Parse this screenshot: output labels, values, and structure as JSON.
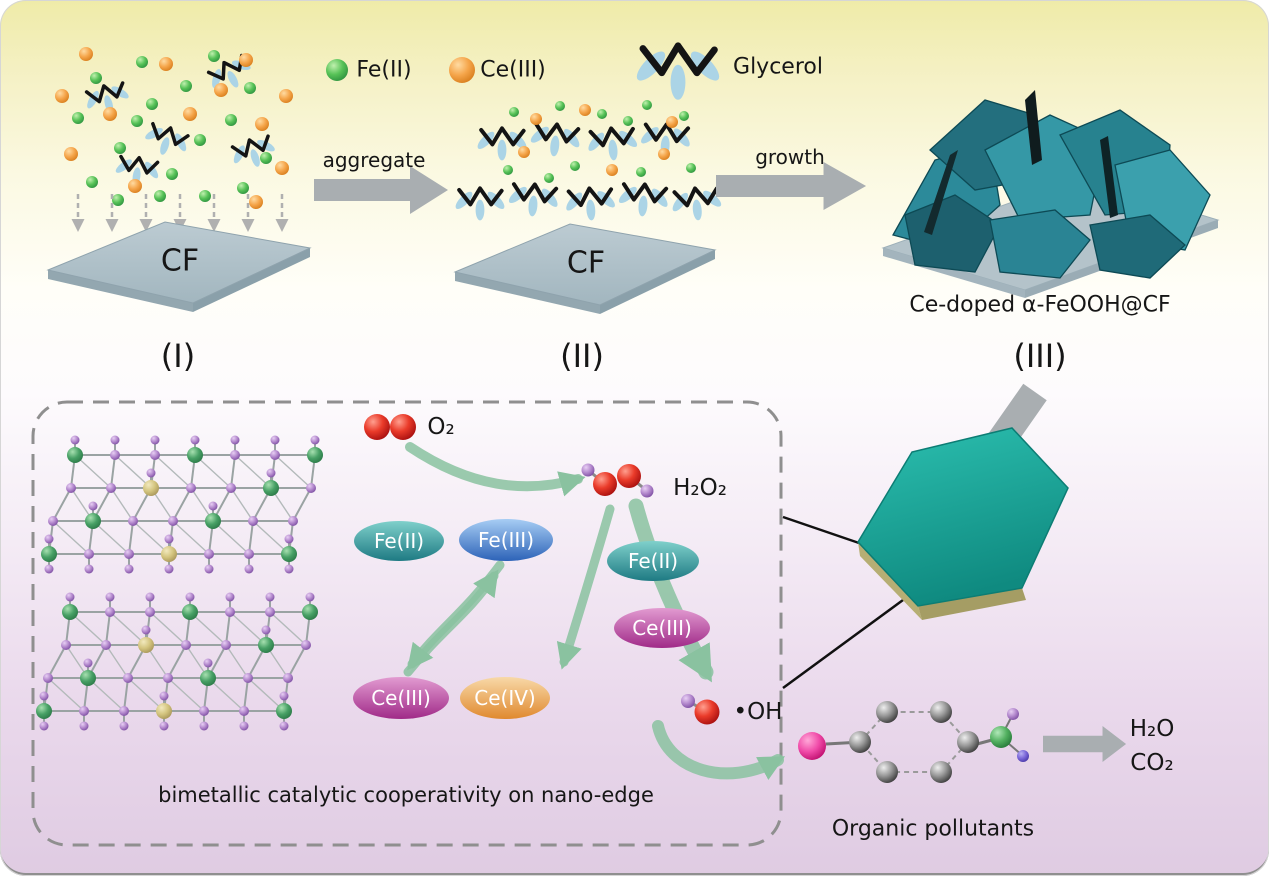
{
  "colors": {
    "background_top": "#efeba8",
    "background_bottom": "#dfcbe2",
    "fe2_teal": "#1e7a83",
    "fe3_blue": "#2d63b8",
    "ce3_magenta": "#a02a88",
    "ce4_orange": "#e0892f",
    "nanosheet_teal": "#1aa79b",
    "substrate_gray": "#aebfc7",
    "arrow_gray": "#a9aeb1",
    "arrow_green": "#8ac2a0"
  },
  "icons": {
    "fe2_dot": "green-sphere",
    "ce3_dot": "orange-sphere",
    "glycerol": "glycerol-molecule",
    "o2": "red-diatomic-molecule",
    "h2o2": "peroxide-molecule",
    "oh": "hydroxyl-radical",
    "pollutant": "benzene-ring-molecule",
    "nanosheet": "teal-hexagonal-nanosheet",
    "substrate": "cf-slab",
    "lattice": "crystal-lattice"
  },
  "synthesis": {
    "legend": {
      "fe2": "Fe(II)",
      "ce3": "Ce(III)",
      "glycerol": "Glycerol"
    },
    "step1": {
      "substrate_label": "CF",
      "stage_label": "(I)"
    },
    "step2": {
      "substrate_label": "CF",
      "stage_label": "(II)"
    },
    "step3": {
      "stage_label": "(III)",
      "product_label": "Ce-doped α-FeOOH@CF"
    },
    "arrow_aggregate": "aggregate",
    "arrow_growth": "growth"
  },
  "mechanism": {
    "o2_label": "O₂",
    "h2o2_label": "H₂O₂",
    "oh_label": "•OH",
    "cycle": {
      "fe2": "Fe(II)",
      "fe3": "Fe(III)",
      "ce3": "Ce(III)",
      "ce4": "Ce(IV)"
    },
    "path": {
      "fe2": "Fe(II)",
      "ce3": "Ce(III)"
    },
    "caption": "bimetallic catalytic cooperativity on nano-edge"
  },
  "degradation": {
    "pollutants_label": "Organic pollutants",
    "product_h2o": "H₂O",
    "product_co2": "CO₂"
  }
}
